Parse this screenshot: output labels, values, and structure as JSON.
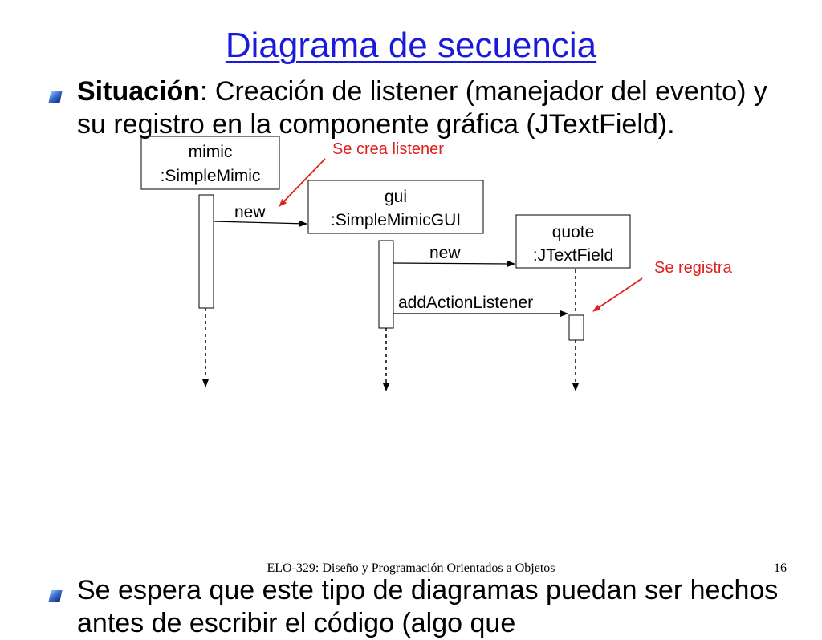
{
  "title": "Diagrama de secuencia",
  "bullets": [
    {
      "bold": "Situación",
      "text": ": Creación de listener (manejador del evento) y su registro en la componente gráfica (JTextField)."
    },
    {
      "text": "Se espera que este tipo de diagramas puedan ser hechos antes de escribir el código (algo que"
    }
  ],
  "diagram": {
    "objects": [
      {
        "name": "mimic",
        "type": ":SimpleMimic"
      },
      {
        "name": "gui",
        "type": ":SimpleMimicGUI"
      },
      {
        "name": "quote",
        "type": ":JTextField"
      }
    ],
    "messages": [
      "new",
      "new",
      "addActionListener"
    ],
    "notes": [
      "Se crea listener",
      "Se registra"
    ],
    "colors": {
      "note": "#e0201c",
      "title": "#1a1adb"
    }
  },
  "footer": {
    "course": "ELO-329: Diseño y Programación Orientados a Objetos",
    "page": "16"
  }
}
